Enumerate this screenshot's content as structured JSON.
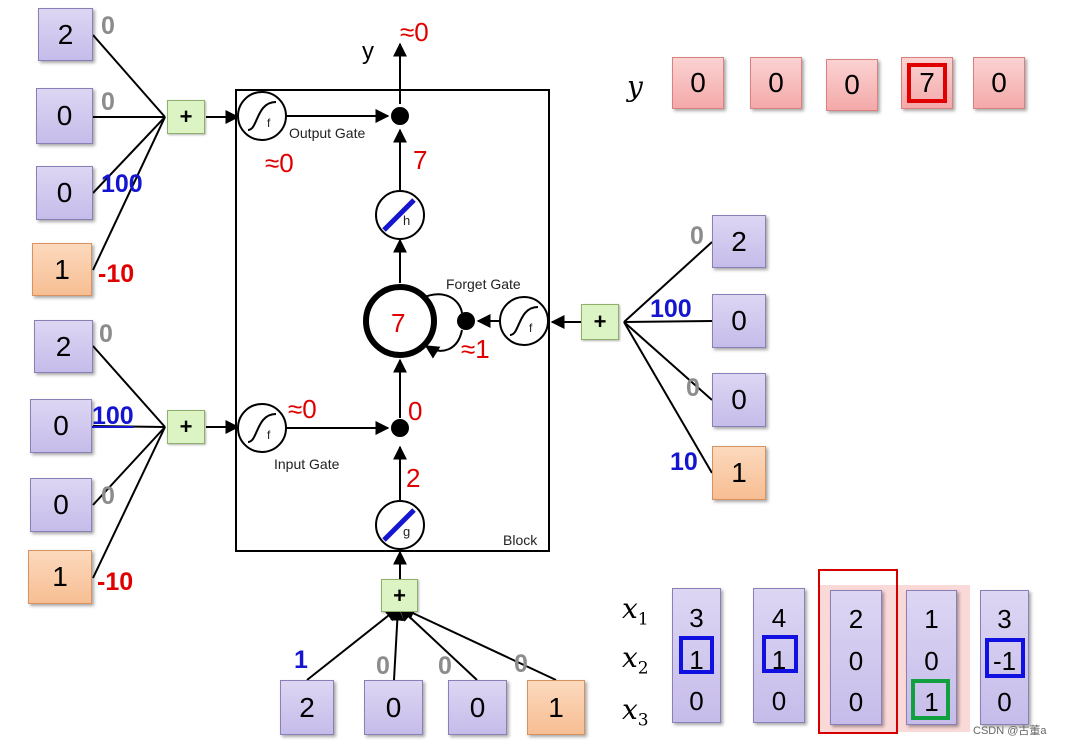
{
  "output_gate_inputs": [
    {
      "value": "2",
      "weight": "0",
      "type": "input"
    },
    {
      "value": "0",
      "weight": "0",
      "type": "input"
    },
    {
      "value": "0",
      "weight": "100",
      "type": "input"
    },
    {
      "value": "1",
      "weight": "-10",
      "type": "bias"
    }
  ],
  "input_gate_inputs": [
    {
      "value": "2",
      "weight": "0",
      "type": "input"
    },
    {
      "value": "0",
      "weight": "100",
      "type": "input"
    },
    {
      "value": "0",
      "weight": "0",
      "type": "input"
    },
    {
      "value": "1",
      "weight": "-10",
      "type": "bias"
    }
  ],
  "forget_gate_inputs": [
    {
      "value": "2",
      "weight": "0",
      "type": "input"
    },
    {
      "value": "0",
      "weight": "100",
      "type": "input"
    },
    {
      "value": "0",
      "weight": "0",
      "type": "input"
    },
    {
      "value": "1",
      "weight": "10",
      "type": "bias"
    }
  ],
  "cell_input_inputs": [
    {
      "value": "2",
      "weight": "1",
      "type": "input"
    },
    {
      "value": "0",
      "weight": "0",
      "type": "input"
    },
    {
      "value": "0",
      "weight": "0",
      "type": "input"
    },
    {
      "value": "1",
      "weight": "0",
      "type": "bias"
    }
  ],
  "plus_symbol": "+",
  "block": {
    "label": "Block",
    "output_label": "y",
    "output_value": "≈0",
    "output_gate_label": "Output Gate",
    "output_gate_value": "≈0",
    "h_value": "7",
    "h_symbol": "h",
    "memory_value": "7",
    "forget_gate_label": "Forget Gate",
    "forget_gate_value": "≈1",
    "input_gate_label": "Input Gate",
    "input_gate_value": "≈0",
    "after_input_gate_value": "0",
    "g_value": "2",
    "g_symbol": "g",
    "gate_symbol": "f"
  },
  "output_sequence": {
    "label": "y",
    "values": [
      "0",
      "0",
      "0",
      "7",
      "0"
    ],
    "highlighted_index": 3
  },
  "input_sequence": {
    "row_labels": [
      {
        "x": "x",
        "sub": "1"
      },
      {
        "x": "x",
        "sub": "2"
      },
      {
        "x": "x",
        "sub": "3"
      }
    ],
    "columns": [
      [
        "3",
        "1",
        "0"
      ],
      [
        "4",
        "1",
        "0"
      ],
      [
        "2",
        "0",
        "0"
      ],
      [
        "1",
        "0",
        "1"
      ],
      [
        "3",
        "-1",
        "0"
      ]
    ],
    "current_index": 2
  },
  "watermark": "CSDN @古董a",
  "colors": {
    "input_box": "#c6bcea",
    "bias_box": "#f7be93",
    "output_box": "#f4a9a9",
    "plus_box": "#dcf3c3",
    "weight_gray": "#8c8c8c",
    "weight_blue": "#1515d0",
    "weight_red": "#e00000",
    "highlight_blue": "#1010e0",
    "highlight_green": "#10a040",
    "highlight_red": "#e00000"
  }
}
